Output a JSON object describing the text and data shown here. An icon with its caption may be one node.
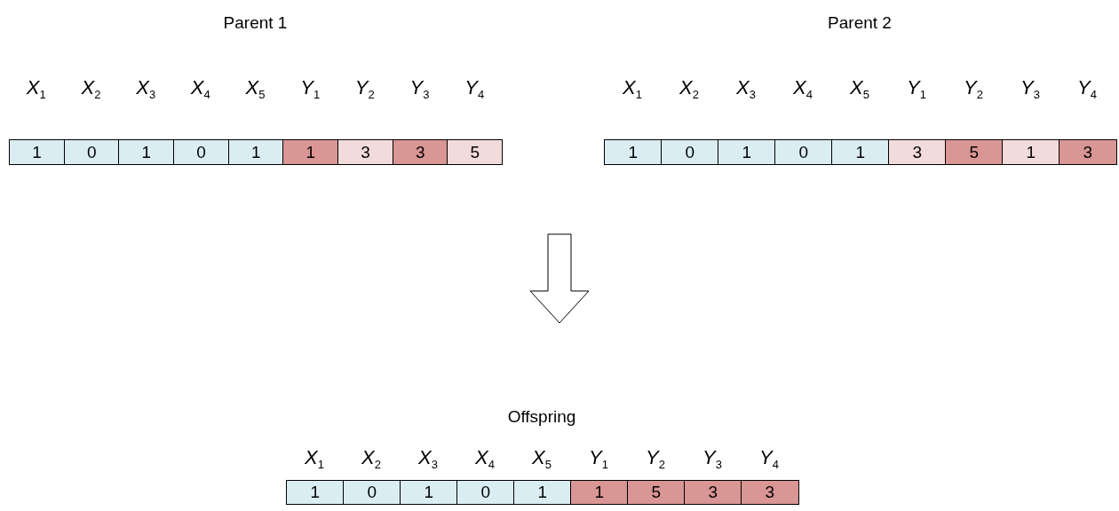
{
  "diagram": {
    "nodes": [
      {
        "text": [
          "Parent 1"
        ]
      },
      {
        "text": [
          "1"
        ],
        "in": 0
      },
      {
        "text": [
          "0"
        ],
        "in": 0
      },
      {
        "text": [
          "1"
        ],
        "in": 0
      },
      {
        "text": [
          "0"
        ],
        "in": 0
      },
      {
        "text": [
          "1"
        ],
        "in": 0
      },
      {
        "text": [
          "1"
        ],
        "in": 0
      },
      {
        "text": [
          "3"
        ],
        "in": 0
      },
      {
        "text": [
          "3"
        ],
        "in": 0
      },
      {
        "text": [
          "5"
        ],
        "in": 0
      },
      {
        "text": [
          "Parent 2"
        ]
      },
      {
        "text": [
          "1"
        ],
        "in": 10
      },
      {
        "text": [
          "0"
        ],
        "in": 10
      },
      {
        "text": [
          "1"
        ],
        "in": 10
      },
      {
        "text": [
          "0"
        ],
        "in": 10
      },
      {
        "text": [
          "1"
        ],
        "in": 10
      },
      {
        "text": [
          "3"
        ],
        "in": 10
      },
      {
        "text": [
          "5"
        ],
        "in": 10
      },
      {
        "text": [
          "1"
        ],
        "in": 10
      },
      {
        "text": [
          "3"
        ],
        "in": 10
      },
      {
        "text": [
          "Offspring"
        ]
      },
      {
        "text": [
          "1"
        ],
        "in": 20
      },
      {
        "text": [
          "0"
        ],
        "in": 20
      },
      {
        "text": [
          "1"
        ],
        "in": 20
      },
      {
        "text": [
          "0"
        ],
        "in": 20
      },
      {
        "text": [
          "1"
        ],
        "in": 20
      },
      {
        "text": [
          "1"
        ],
        "in": 20
      },
      {
        "text": [
          "5"
        ],
        "in": 20
      },
      {
        "text": [
          "3"
        ],
        "in": 20
      },
      {
        "text": [
          "3"
        ],
        "in": 20
      }
    ],
    "labels": [
      "*X*$_{1}$",
      "*X*$_{2}$",
      "*X*$_{3}$",
      "*X*$_{4}$",
      "*X*$_{5}$",
      "*Y*$_{1}$",
      "*Y*$_{2}$",
      "*Y*$_{3}$",
      "*Y*$_{4}$",
      "*X*$_{1}$",
      "*X*$_{2}$",
      "*X*$_{3}$",
      "*X*$_{4}$",
      "*X*$_{5}$",
      "*Y*$_{1}$",
      "*Y*$_{2}$",
      "*Y*$_{3}$",
      "*Y*$_{4}$",
      "*X*$_{1}$",
      "*X*$_{2}$",
      "*X*$_{3}$",
      "*X*$_{4}$",
      "*X*$_{5}$",
      "*Y*$_{1}$",
      "*Y*$_{2}$",
      "*Y*$_{3}$",
      "*Y*$_{4}$"
    ]
  }
}
